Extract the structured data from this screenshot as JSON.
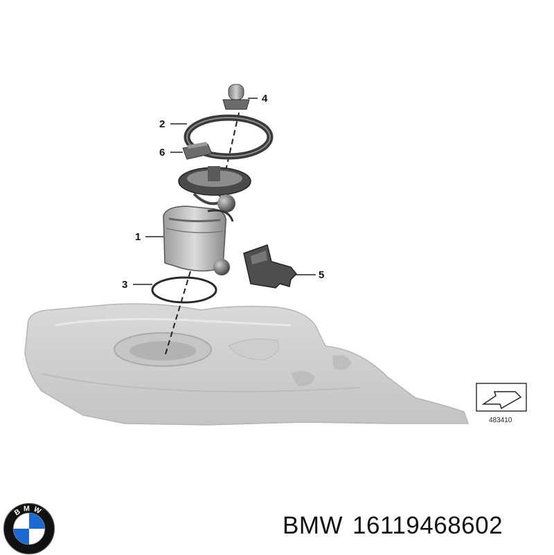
{
  "diagram": {
    "callouts": [
      {
        "id": "1",
        "label": "1"
      },
      {
        "id": "2",
        "label": "2"
      },
      {
        "id": "3",
        "label": "3"
      },
      {
        "id": "4",
        "label": "4"
      },
      {
        "id": "5",
        "label": "5"
      },
      {
        "id": "6",
        "label": "6"
      }
    ],
    "reference_number": "483410"
  },
  "caption": {
    "brand": "BMW",
    "part_number": "16119468602"
  },
  "logo": {
    "lettering": "BMW",
    "colors": {
      "ring": "#111111",
      "blue": "#1c69d4",
      "white": "#ffffff"
    }
  }
}
